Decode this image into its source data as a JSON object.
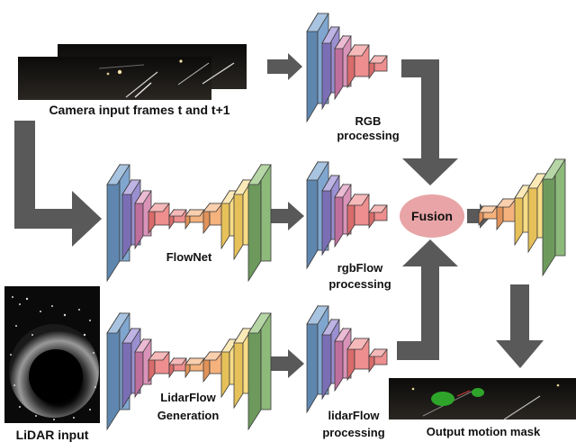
{
  "labels": {
    "camera_input": "Camera input frames t and t+1",
    "rgb_line1": "RGB",
    "rgb_line2": "processing",
    "flownet": "FlowNet",
    "rgbflow_line1": "rgbFlow",
    "rgbflow_line2": "processing",
    "lidarflow_gen_line1": "LidarFlow",
    "lidarflow_gen_line2": "Generation",
    "lidarflow_proc_line1": "lidarFlow",
    "lidarflow_proc_line2": "processing",
    "lidar_input": "LiDAR input",
    "fusion": "Fusion",
    "output_mask": "Output motion mask"
  },
  "colors": {
    "arrow": "#595959",
    "fusion_fill": "#e8a4a6",
    "blue_block": "#7fa6cf",
    "purple_block": "#9a8fd0",
    "pink_block": "#d993b8",
    "red_block": "#ee8e8e",
    "orange_block": "#f5b27d",
    "yellow_block": "#f8dc84",
    "green_block": "#8db97a"
  }
}
